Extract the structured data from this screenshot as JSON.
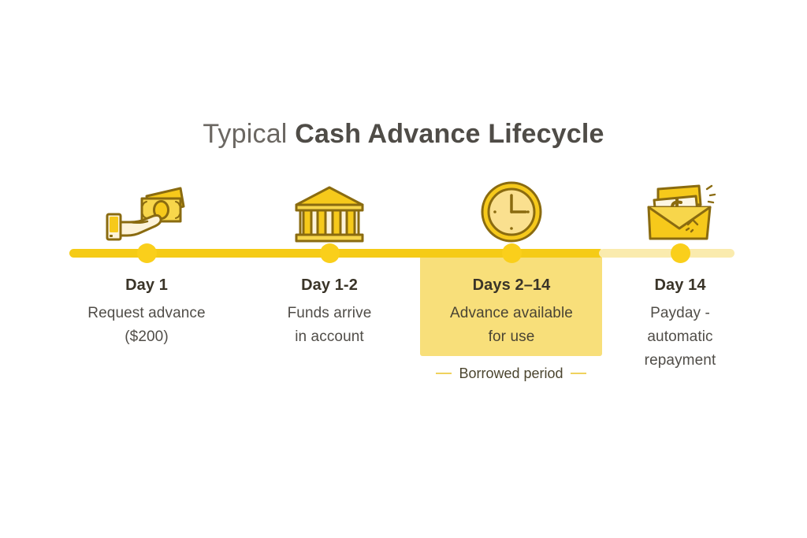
{
  "title": {
    "light_part": "Typical",
    "bold_part": "Cash Advance Lifecycle"
  },
  "colors": {
    "bar": "#F5CB16",
    "bar_faded": "#FAEBAE",
    "dot": "#FACF1B",
    "highlight_block": "#F8DF7A",
    "heading_text": "#3A3428",
    "body_text": "#504D48",
    "title_text": "#575450",
    "icon_gold": "#F6C91B",
    "icon_outline": "#8A6B10",
    "background": "#FFFFFF"
  },
  "timeline": {
    "steps": [
      {
        "icon": "hand-holding-cash-icon",
        "day": "Day 1",
        "desc": "Request advance\n($200)",
        "desc_lines": [
          "Request advance",
          "($200)"
        ],
        "highlighted": false
      },
      {
        "icon": "bank-building-icon",
        "day": "Day 1-2",
        "desc": "Funds arrive\nin account",
        "desc_lines": [
          "Funds arrive",
          "in account"
        ],
        "highlighted": false
      },
      {
        "icon": "clock-icon",
        "day": "Days 2–14",
        "desc": "Advance available\nfor use",
        "desc_lines": [
          "Advance available",
          "for use"
        ],
        "highlighted": true
      },
      {
        "icon": "envelope-with-dollar-icon",
        "day": "Day 14",
        "desc": "Payday -\nautomatic\nrepayment",
        "desc_lines": [
          "Payday -",
          "automatic",
          "repayment"
        ],
        "highlighted": false
      }
    ]
  },
  "borrowed_period": {
    "label": "Borrowed period"
  }
}
